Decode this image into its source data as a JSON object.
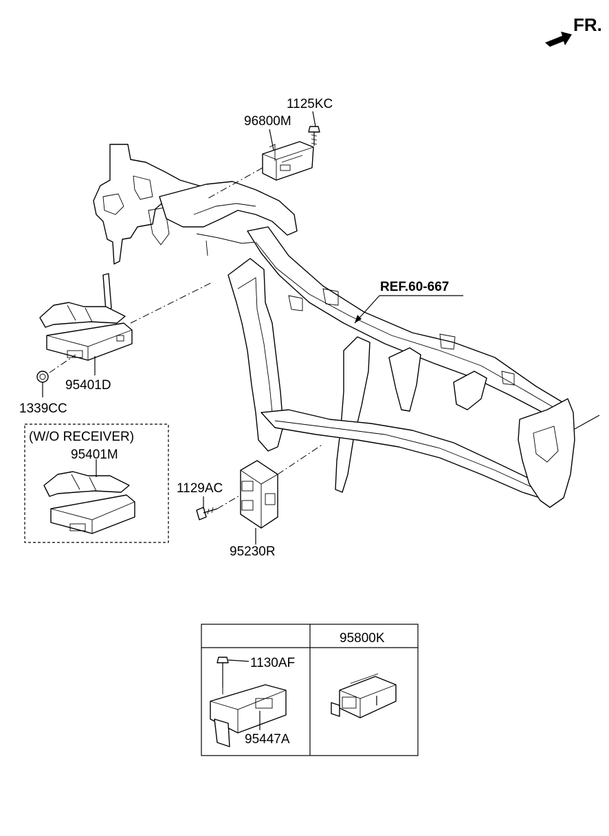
{
  "direction": {
    "label": "FR.",
    "icon": "arrow-forward-icon"
  },
  "reference": {
    "label": "REF.60-667"
  },
  "parts": {
    "bolt_top": "1125KC",
    "module_top": "96800M",
    "receiver_module": "95401D",
    "nut": "1339CC",
    "module_without_receiver": "95401M",
    "bolt_bottom": "1129AC",
    "junction_module": "95230R",
    "table_bolt": "1130AF",
    "table_module_left": "95447A",
    "table_module_right": "95800K"
  },
  "variant_box": {
    "label": "(W/O RECEIVER)"
  }
}
